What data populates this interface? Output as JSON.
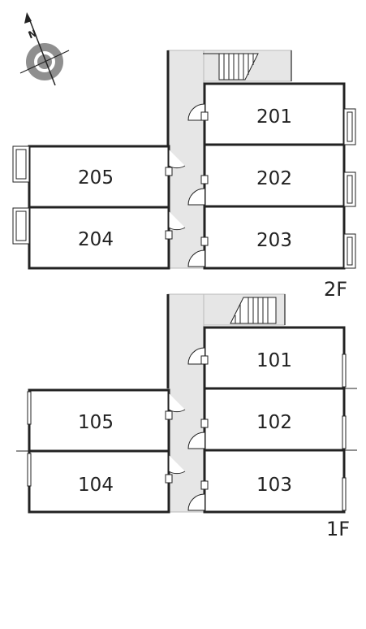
{
  "compass": {
    "north_label": "N",
    "icon": "compass-rose-icon"
  },
  "floors": [
    {
      "id": "2f",
      "label": "2F",
      "units": [
        {
          "id": "201",
          "label": "201"
        },
        {
          "id": "202",
          "label": "202"
        },
        {
          "id": "203",
          "label": "203"
        },
        {
          "id": "205",
          "label": "205"
        },
        {
          "id": "204",
          "label": "204"
        }
      ]
    },
    {
      "id": "1f",
      "label": "1F",
      "units": [
        {
          "id": "101",
          "label": "101"
        },
        {
          "id": "102",
          "label": "102"
        },
        {
          "id": "103",
          "label": "103"
        },
        {
          "id": "105",
          "label": "105"
        },
        {
          "id": "104",
          "label": "104"
        }
      ]
    }
  ],
  "colors": {
    "wall": "#222222",
    "corridor": "#e6e6e6",
    "corridor_edge": "#bbbbbb"
  }
}
